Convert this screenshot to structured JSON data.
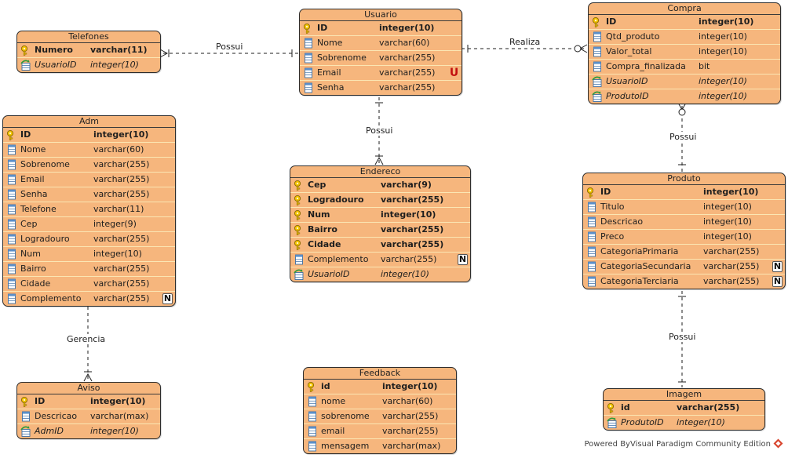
{
  "entities": [
    {
      "id": "telefones",
      "title": "Telefones",
      "attributes": [
        {
          "name": "Numero",
          "type": "varchar(11)",
          "key": "pk"
        },
        {
          "name": "UsuarioID",
          "type": "integer(10)",
          "key": "fk"
        }
      ]
    },
    {
      "id": "usuario",
      "title": "Usuario",
      "attributes": [
        {
          "name": "ID",
          "type": "integer(10)",
          "key": "pk"
        },
        {
          "name": "Nome",
          "type": "varchar(60)",
          "key": "col"
        },
        {
          "name": "Sobrenome",
          "type": "varchar(255)",
          "key": "col"
        },
        {
          "name": "Email",
          "type": "varchar(255)",
          "key": "col",
          "badge": "U"
        },
        {
          "name": "Senha",
          "type": "varchar(255)",
          "key": "col"
        }
      ]
    },
    {
      "id": "compra",
      "title": "Compra",
      "attributes": [
        {
          "name": "ID",
          "type": "integer(10)",
          "key": "pk"
        },
        {
          "name": "Qtd_produto",
          "type": "integer(10)",
          "key": "col"
        },
        {
          "name": "Valor_total",
          "type": "integer(10)",
          "key": "col"
        },
        {
          "name": "Compra_finalizada",
          "type": "bit",
          "key": "col"
        },
        {
          "name": "UsuarioID",
          "type": "integer(10)",
          "key": "fk"
        },
        {
          "name": "ProdutoID",
          "type": "integer(10)",
          "key": "fk"
        }
      ]
    },
    {
      "id": "adm",
      "title": "Adm",
      "attributes": [
        {
          "name": "ID",
          "type": "integer(10)",
          "key": "pk"
        },
        {
          "name": "Nome",
          "type": "varchar(60)",
          "key": "col"
        },
        {
          "name": "Sobrenome",
          "type": "varchar(255)",
          "key": "col"
        },
        {
          "name": "Email",
          "type": "varchar(255)",
          "key": "col"
        },
        {
          "name": "Senha",
          "type": "varchar(255)",
          "key": "col"
        },
        {
          "name": "Telefone",
          "type": "varchar(11)",
          "key": "col"
        },
        {
          "name": "Cep",
          "type": "integer(9)",
          "key": "col"
        },
        {
          "name": "Logradouro",
          "type": "varchar(255)",
          "key": "col"
        },
        {
          "name": "Num",
          "type": "integer(10)",
          "key": "col"
        },
        {
          "name": "Bairro",
          "type": "varchar(255)",
          "key": "col"
        },
        {
          "name": "Cidade",
          "type": "varchar(255)",
          "key": "col"
        },
        {
          "name": "Complemento",
          "type": "varchar(255)",
          "key": "col",
          "badge": "N"
        }
      ]
    },
    {
      "id": "endereco",
      "title": "Endereco",
      "attributes": [
        {
          "name": "Cep",
          "type": "varchar(9)",
          "key": "pk"
        },
        {
          "name": "Logradouro",
          "type": "varchar(255)",
          "key": "pk"
        },
        {
          "name": "Num",
          "type": "integer(10)",
          "key": "pk"
        },
        {
          "name": "Bairro",
          "type": "varchar(255)",
          "key": "pk"
        },
        {
          "name": "Cidade",
          "type": "varchar(255)",
          "key": "pk"
        },
        {
          "name": "Complemento",
          "type": "varchar(255)",
          "key": "col",
          "badge": "N"
        },
        {
          "name": "UsuarioID",
          "type": "integer(10)",
          "key": "fk"
        }
      ]
    },
    {
      "id": "produto",
      "title": "Produto",
      "attributes": [
        {
          "name": "ID",
          "type": "integer(10)",
          "key": "pk"
        },
        {
          "name": "Titulo",
          "type": "integer(10)",
          "key": "col"
        },
        {
          "name": "Descricao",
          "type": "integer(10)",
          "key": "col"
        },
        {
          "name": "Preco",
          "type": "integer(10)",
          "key": "col"
        },
        {
          "name": "CategoriaPrimaria",
          "type": "varchar(255)",
          "key": "col"
        },
        {
          "name": "CategoriaSecundaria",
          "type": "varchar(255)",
          "key": "col",
          "badge": "N"
        },
        {
          "name": "CategoriaTerciaria",
          "type": "varchar(255)",
          "key": "col",
          "badge": "N"
        }
      ]
    },
    {
      "id": "aviso",
      "title": "Aviso",
      "attributes": [
        {
          "name": "ID",
          "type": "integer(10)",
          "key": "pk"
        },
        {
          "name": "Descricao",
          "type": "varchar(max)",
          "key": "col"
        },
        {
          "name": "AdmID",
          "type": "integer(10)",
          "key": "fk"
        }
      ]
    },
    {
      "id": "feedback",
      "title": "Feedback",
      "attributes": [
        {
          "name": "id",
          "type": "integer(10)",
          "key": "pk"
        },
        {
          "name": "nome",
          "type": "varchar(60)",
          "key": "col"
        },
        {
          "name": "sobrenome",
          "type": "varchar(255)",
          "key": "col"
        },
        {
          "name": "email",
          "type": "varchar(255)",
          "key": "col"
        },
        {
          "name": "mensagem",
          "type": "varchar(max)",
          "key": "col"
        }
      ]
    },
    {
      "id": "imagem",
      "title": "Imagem",
      "attributes": [
        {
          "name": "id",
          "type": "varchar(255)",
          "key": "pk"
        },
        {
          "name": "ProdutoID",
          "type": "integer(10)",
          "key": "fk"
        }
      ]
    }
  ],
  "relationships": [
    {
      "id": "usuario-telefones",
      "label": "Possui",
      "from": "usuario",
      "to": "telefones"
    },
    {
      "id": "usuario-compra",
      "label": "Realiza",
      "from": "usuario",
      "to": "compra"
    },
    {
      "id": "usuario-endereco",
      "label": "Possui",
      "from": "usuario",
      "to": "endereco"
    },
    {
      "id": "produto-compra",
      "label": "Possui",
      "from": "produto",
      "to": "compra"
    },
    {
      "id": "adm-aviso",
      "label": "Gerencia",
      "from": "adm",
      "to": "aviso"
    },
    {
      "id": "produto-imagem",
      "label": "Possui",
      "from": "produto",
      "to": "imagem"
    }
  ],
  "footer": {
    "watermark": "Powered ByVisual Paradigm Community Edition"
  },
  "colors": {
    "entity_fill": "#f6b67d",
    "border": "#2d2d2d",
    "row_separator": "#fbe6b3",
    "key_icon": "#e8b500",
    "unique_badge": "#c21010"
  }
}
